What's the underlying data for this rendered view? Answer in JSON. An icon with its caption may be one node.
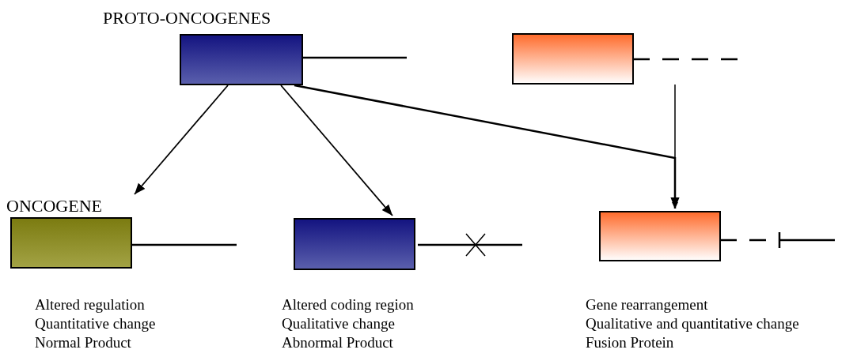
{
  "diagram": {
    "nodes": [
      {
        "text": [
          "PROTO-ONCOGENES"
        ]
      },
      {
        "text": [],
        "shape": "box"
      },
      {
        "text": [
          "ONCOGENE"
        ],
        "beside": [
          "Altered regulation",
          "Quantitative change",
          "Normal Product"
        ]
      },
      {
        "text": [],
        "shape": "box",
        "beside": [
          "Altered coding region",
          "Qualitative change",
          "Abnormal Product"
        ]
      },
      {
        "text": [],
        "shape": "box",
        "beside": [
          "Gene rearrangement",
          "Qualitative and quantitative change",
          "Fusion Protein"
        ]
      }
    ],
    "edges": [
      {
        "from": 0,
        "to": 2,
        "arrow": "to"
      },
      {
        "from": 0,
        "to": 3,
        "arrow": "to"
      },
      {
        "from": 0,
        "to": 4,
        "arrow": "to"
      },
      {
        "from": 1,
        "to": 4,
        "arrow": "to"
      }
    ]
  }
}
